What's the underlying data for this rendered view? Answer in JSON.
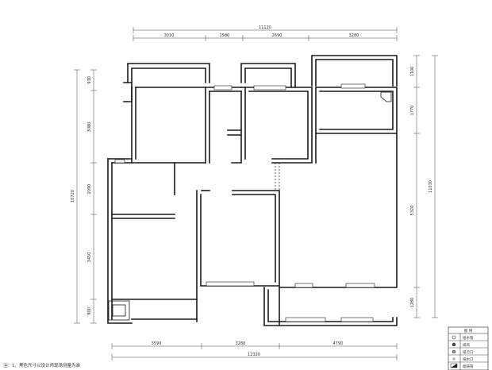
{
  "drawing": {
    "note": "注：1、黑色尺寸以设计师现场测量为准",
    "dimensions": {
      "top_total": "11120",
      "top_segments": [
        "3010",
        "1580",
        "2690",
        "3280"
      ],
      "left_total": "10720",
      "left_segments": [
        "930",
        "3080",
        "2090",
        "3450",
        "900"
      ],
      "right_total": "11030",
      "right_segments": [
        "1100",
        "1770",
        "5320",
        "1280"
      ],
      "bottom_total": "12320",
      "bottom_segments": [
        "3590",
        "3280",
        "4790"
      ]
    },
    "legend": {
      "title": "图 例",
      "items": [
        {
          "symbol": "circle-open",
          "label": "给水管"
        },
        {
          "symbol": "circle-hatched",
          "label": "排风"
        },
        {
          "symbol": "circle-grey",
          "label": "排污口"
        },
        {
          "symbol": "circle-small",
          "label": "排水口"
        },
        {
          "symbol": "flue",
          "label": "烟道管"
        }
      ]
    }
  }
}
